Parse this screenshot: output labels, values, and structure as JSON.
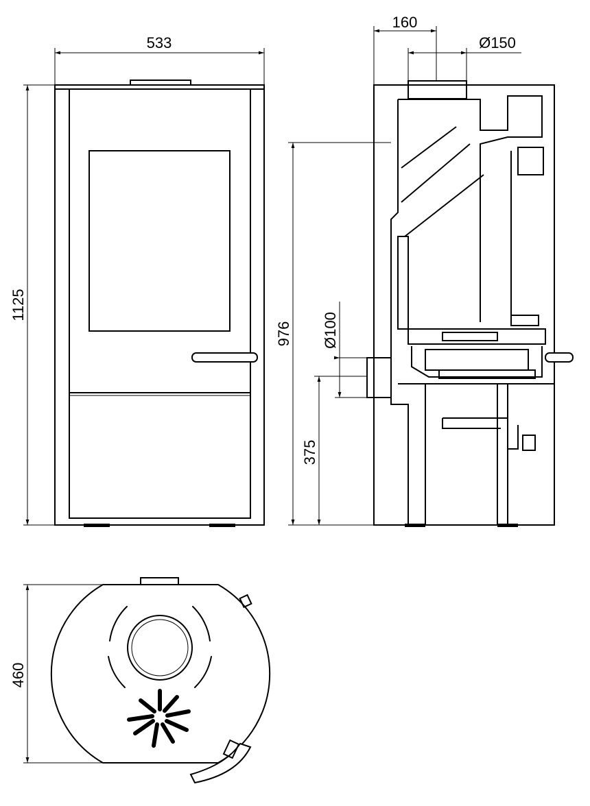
{
  "drawing": {
    "front_view": {
      "width_label": "533",
      "height_label": "1125"
    },
    "side_view": {
      "flue_offset_label": "160",
      "flue_diameter_label": "Ø150",
      "flue_height_label": "976",
      "air_inlet_diameter_label": "Ø100",
      "air_inlet_height_label": "375"
    },
    "top_view": {
      "depth_label": "460"
    }
  }
}
